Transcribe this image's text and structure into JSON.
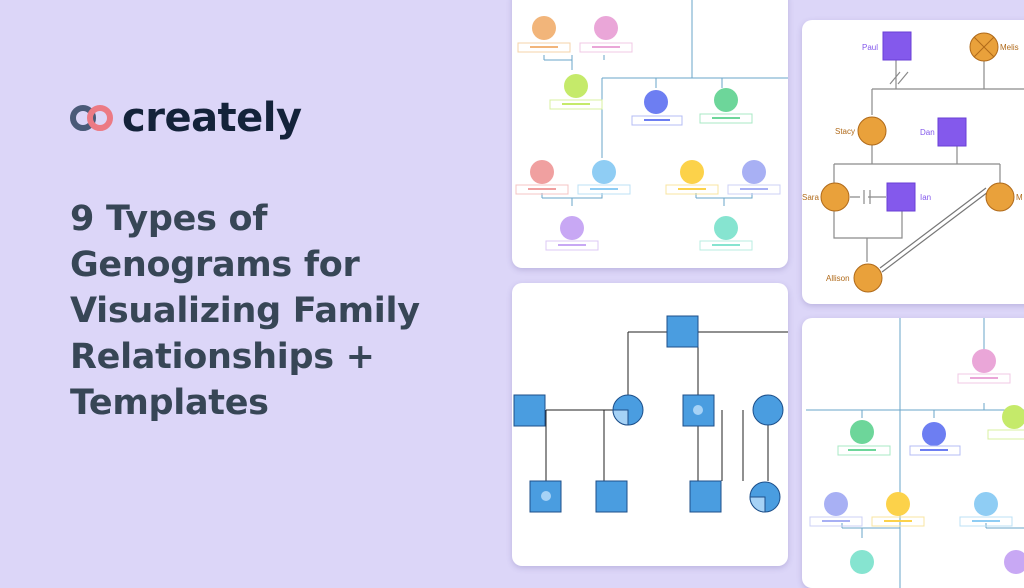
{
  "brand": {
    "name": "creately",
    "logo_colors": [
      "#4a5a78",
      "#ec7a84"
    ]
  },
  "headline": "9 Types of Genograms for Visualizing Family Relationships + Templates",
  "colors": {
    "background": "#dcd6f8",
    "title": "#374656",
    "male": "#8459ec",
    "female": "#e9a13b",
    "blue": "#4a9de0"
  },
  "genogram_names": {
    "paul": "Paul",
    "melissa": "Melis",
    "stacy": "Stacy",
    "dan": "Dan",
    "sara": "Sara",
    "ian": "Ian",
    "m": "M",
    "allison": "Allison"
  }
}
